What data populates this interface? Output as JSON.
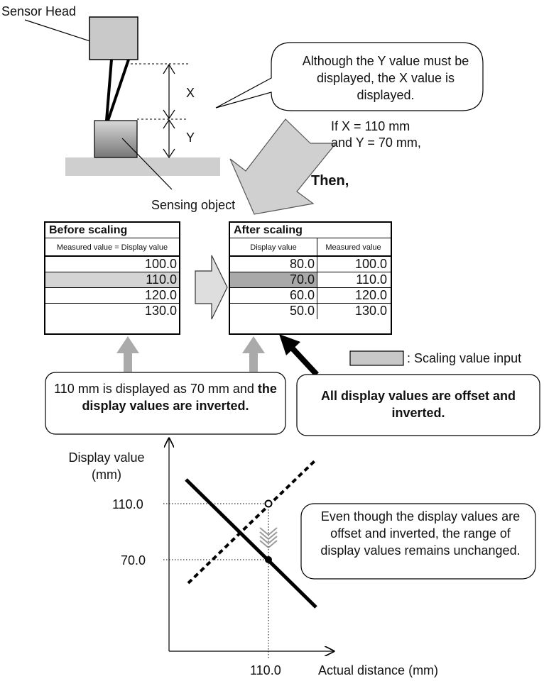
{
  "sensor": {
    "head_label": "Sensor Head",
    "object_label": "Sensing object",
    "x_label": "X",
    "y_label": "Y"
  },
  "callouts": {
    "speech": "Although the Y value must be displayed, the X value is displayed.",
    "condition_line1": "If X = 110 mm",
    "condition_line2": "and Y = 70 mm,",
    "then": "Then,",
    "left_box_plain": "110 mm is displayed as 70 mm and ",
    "left_box_bold": "the display values are inverted.",
    "right_box": "All display values are offset and inverted.",
    "graph_box": "Even though the display values are offset and inverted, the range of display values remains unchanged."
  },
  "legend": {
    "scaling_input": ": Scaling value input",
    "color": "#c8c8c8"
  },
  "before_table": {
    "title": "Before scaling",
    "header": "Measured value = Display value",
    "rows": [
      "100.0",
      "110.0",
      "120.0",
      "130.0"
    ],
    "highlight_row": 1
  },
  "after_table": {
    "title": "After scaling",
    "header_display": "Display value",
    "header_measured": "Measured value",
    "rows": [
      {
        "display": "80.0",
        "measured": "100.0"
      },
      {
        "display": "70.0",
        "measured": "110.0"
      },
      {
        "display": "60.0",
        "measured": "120.0"
      },
      {
        "display": "50.0",
        "measured": "130.0"
      }
    ],
    "highlight_row": 1
  },
  "graph": {
    "y_axis_label_line1": "Display value",
    "y_axis_label_line2": "(mm)",
    "x_axis_label": "Actual distance (mm)",
    "y_tick_high": "110.0",
    "y_tick_low": "70.0",
    "x_tick": "110.0"
  }
}
